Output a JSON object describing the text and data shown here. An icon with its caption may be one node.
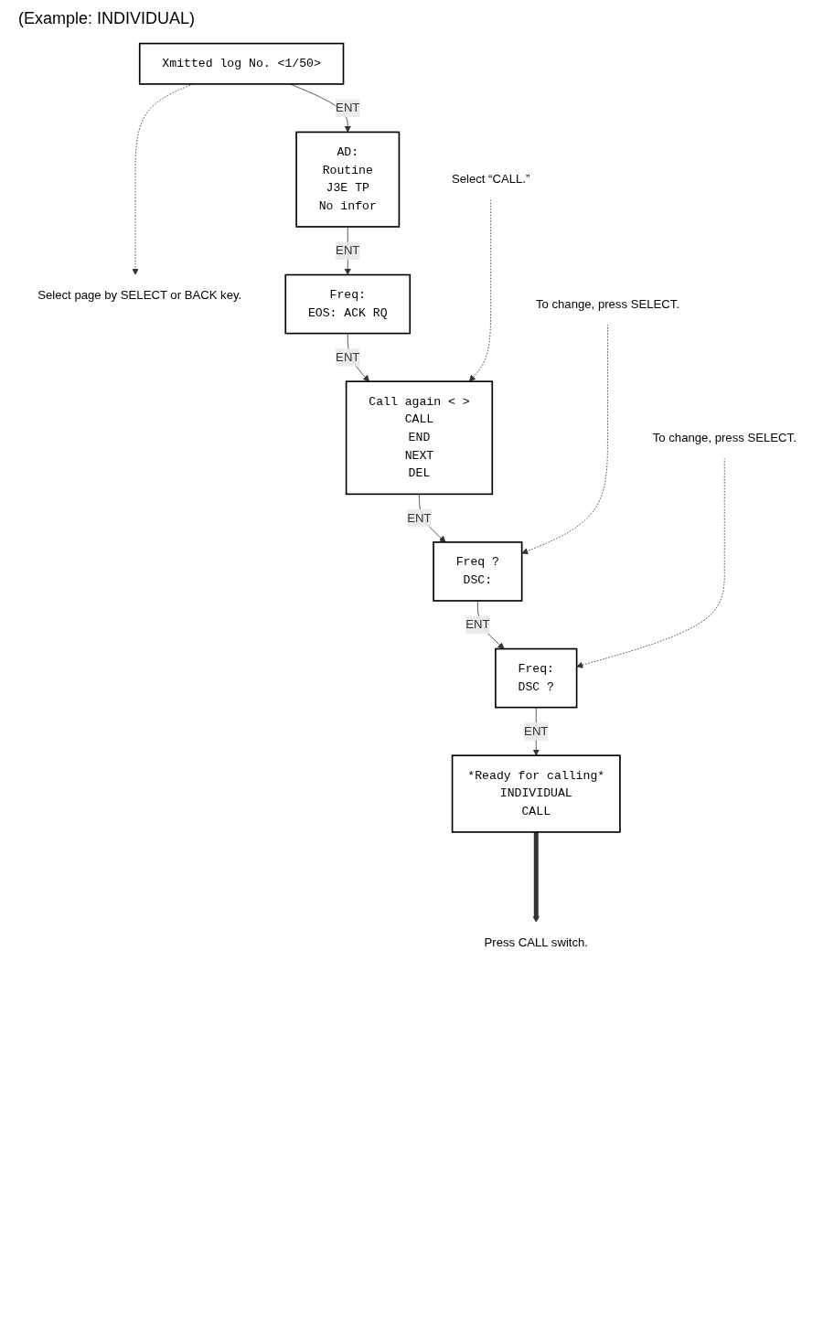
{
  "diagram": {
    "nodes": [
      {
        "text": [
          "Xmitted log No. <1/50>"
        ]
      },
      {
        "text": [
          "Select page by SELECT or BACK key."
        ]
      },
      {
        "text": [
          "AD:",
          "Routine",
          "J3E TP",
          "No infor"
        ]
      },
      {
        "text": [
          "Freq:",
          "EOS: ACK RQ"
        ]
      },
      {
        "text": [
          "Call again < >",
          "CALL",
          "END",
          "NEXT",
          "DEL"
        ]
      },
      {
        "text": [
          "Select “CALL.”"
        ]
      },
      {
        "text": [
          "Freq ?",
          "DSC:"
        ]
      },
      {
        "text": [
          "To change, press SELECT."
        ]
      },
      {
        "text": [
          "Freq:",
          "DSC ?"
        ]
      },
      {
        "text": [
          "To change, press SELECT."
        ]
      },
      {
        "text": [
          "*Ready for calling*",
          "INDIVIDUAL",
          "CALL"
        ]
      },
      {
        "text": [
          "Press CALL switch."
        ]
      }
    ],
    "edges": [
      {
        "from": 0,
        "to": 1,
        "arrow": "to",
        "style": "dashed"
      },
      {
        "from": 0,
        "to": 2,
        "arrow": "to",
        "label": "ENT"
      },
      {
        "from": 2,
        "to": 3,
        "arrow": "to",
        "label": "ENT"
      },
      {
        "from": 3,
        "to": 4,
        "arrow": "to",
        "label": "ENT"
      },
      {
        "from": 5,
        "to": 4,
        "arrow": "to",
        "style": "dashed"
      },
      {
        "from": 4,
        "to": 6,
        "arrow": "to",
        "label": "ENT"
      },
      {
        "from": 7,
        "to": 6,
        "arrow": "to",
        "style": "dashed"
      },
      {
        "from": 6,
        "to": 8,
        "arrow": "to",
        "label": "ENT"
      },
      {
        "from": 9,
        "to": 8,
        "arrow": "to",
        "style": "dashed"
      },
      {
        "from": 8,
        "to": 10,
        "arrow": "to",
        "label": "ENT"
      },
      {
        "from": 10,
        "to": 11,
        "arrow": "to",
        "style": "thick"
      }
    ],
    "labels": [
      "(Example: INDIVIDUAL)"
    ]
  }
}
